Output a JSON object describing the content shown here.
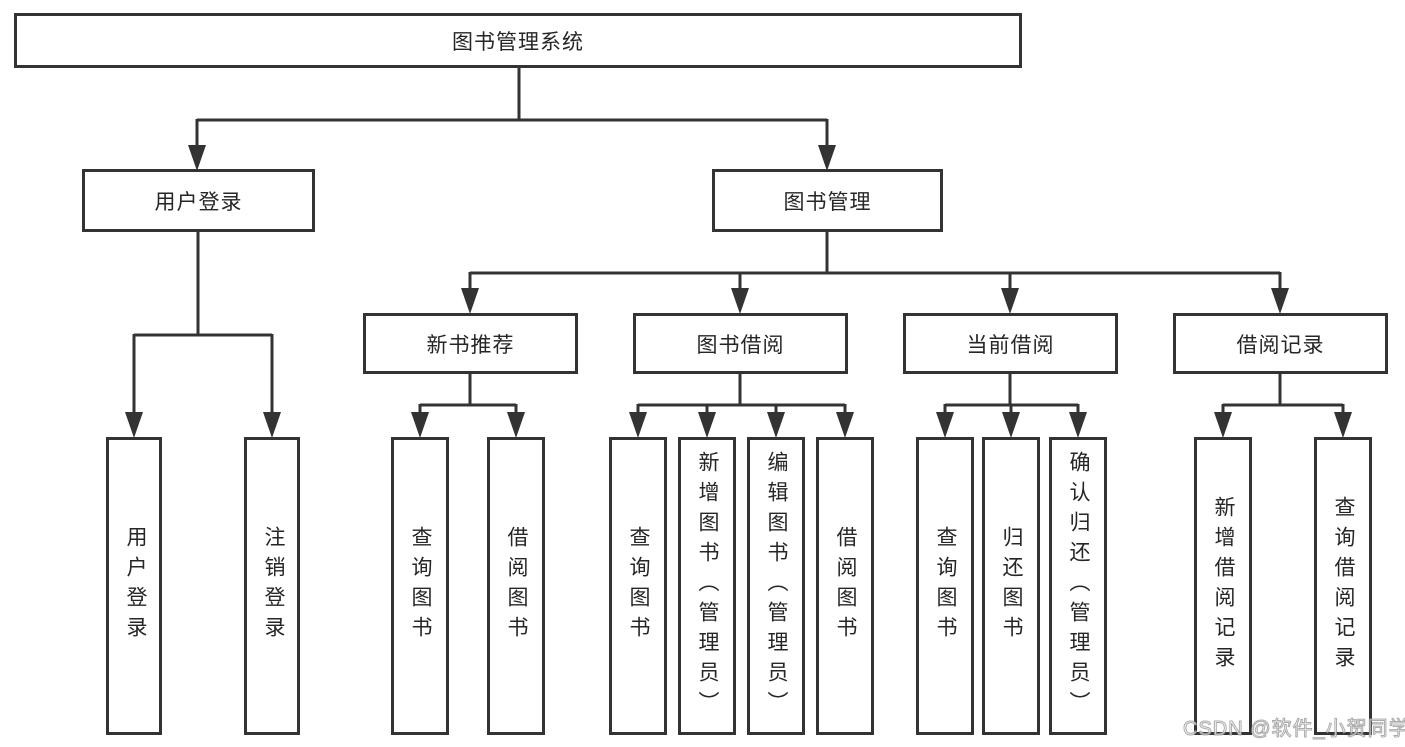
{
  "diagram": {
    "root": {
      "label": "图书管理系统"
    },
    "branches": [
      {
        "label": "用户登录",
        "children": [
          {
            "label": "用户登录"
          },
          {
            "label": "注销登录"
          }
        ]
      },
      {
        "label": "图书管理",
        "sections": [
          {
            "label": "新书推荐",
            "children": [
              {
                "label": "查询图书"
              },
              {
                "label": "借阅图书"
              }
            ]
          },
          {
            "label": "图书借阅",
            "children": [
              {
                "label": "查询图书"
              },
              {
                "label": "新增图书（管理员）"
              },
              {
                "label": "编辑图书（管理员）"
              },
              {
                "label": "借阅图书"
              }
            ]
          },
          {
            "label": "当前借阅",
            "children": [
              {
                "label": "查询图书"
              },
              {
                "label": "归还图书"
              },
              {
                "label": "确认归还（管理员）"
              }
            ]
          },
          {
            "label": "借阅记录",
            "children": [
              {
                "label": "新增借阅记录"
              },
              {
                "label": "查询借阅记录"
              }
            ]
          }
        ]
      }
    ]
  },
  "watermark": {
    "text": "CSDN @软件_小贺同学"
  },
  "colors": {
    "line": "#333333",
    "text": "#262626",
    "background": "#ffffff"
  }
}
